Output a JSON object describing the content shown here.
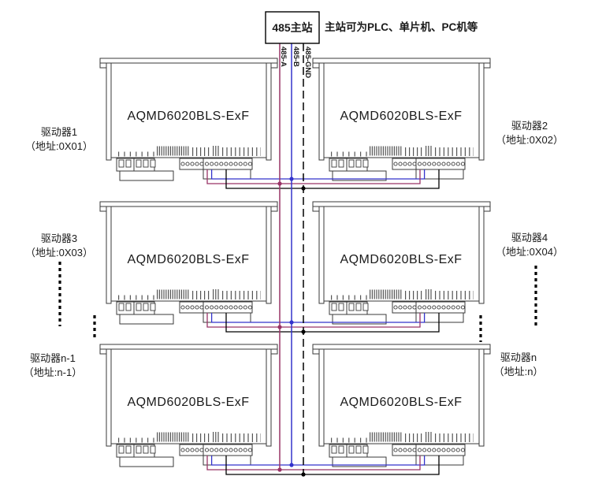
{
  "colors": {
    "bus_a": "#993366",
    "bus_b": "#3333cc",
    "bus_gnd": "#000000"
  },
  "master": {
    "label": "485主站",
    "note": "主站可为PLC、单片机、PC机等"
  },
  "bus_labels": {
    "a": "485-A",
    "b": "485-B",
    "gnd": "485-GND"
  },
  "drivers": [
    {
      "model": "AQMD6020BLS-ExF",
      "name": "驱动器1",
      "addr": "（地址:0X01）"
    },
    {
      "model": "AQMD6020BLS-ExF",
      "name": "驱动器2",
      "addr": "（地址:0X02）"
    },
    {
      "model": "AQMD6020BLS-ExF",
      "name": "驱动器3",
      "addr": "（地址:0X03）"
    },
    {
      "model": "AQMD6020BLS-ExF",
      "name": "驱动器4",
      "addr": "（地址:0X04）"
    },
    {
      "model": "AQMD6020BLS-ExF",
      "name": "驱动器n-1",
      "addr": "（地址:n-1）"
    },
    {
      "model": "AQMD6020BLS-ExF",
      "name": "驱动器n",
      "addr": "（地址:n）"
    }
  ]
}
